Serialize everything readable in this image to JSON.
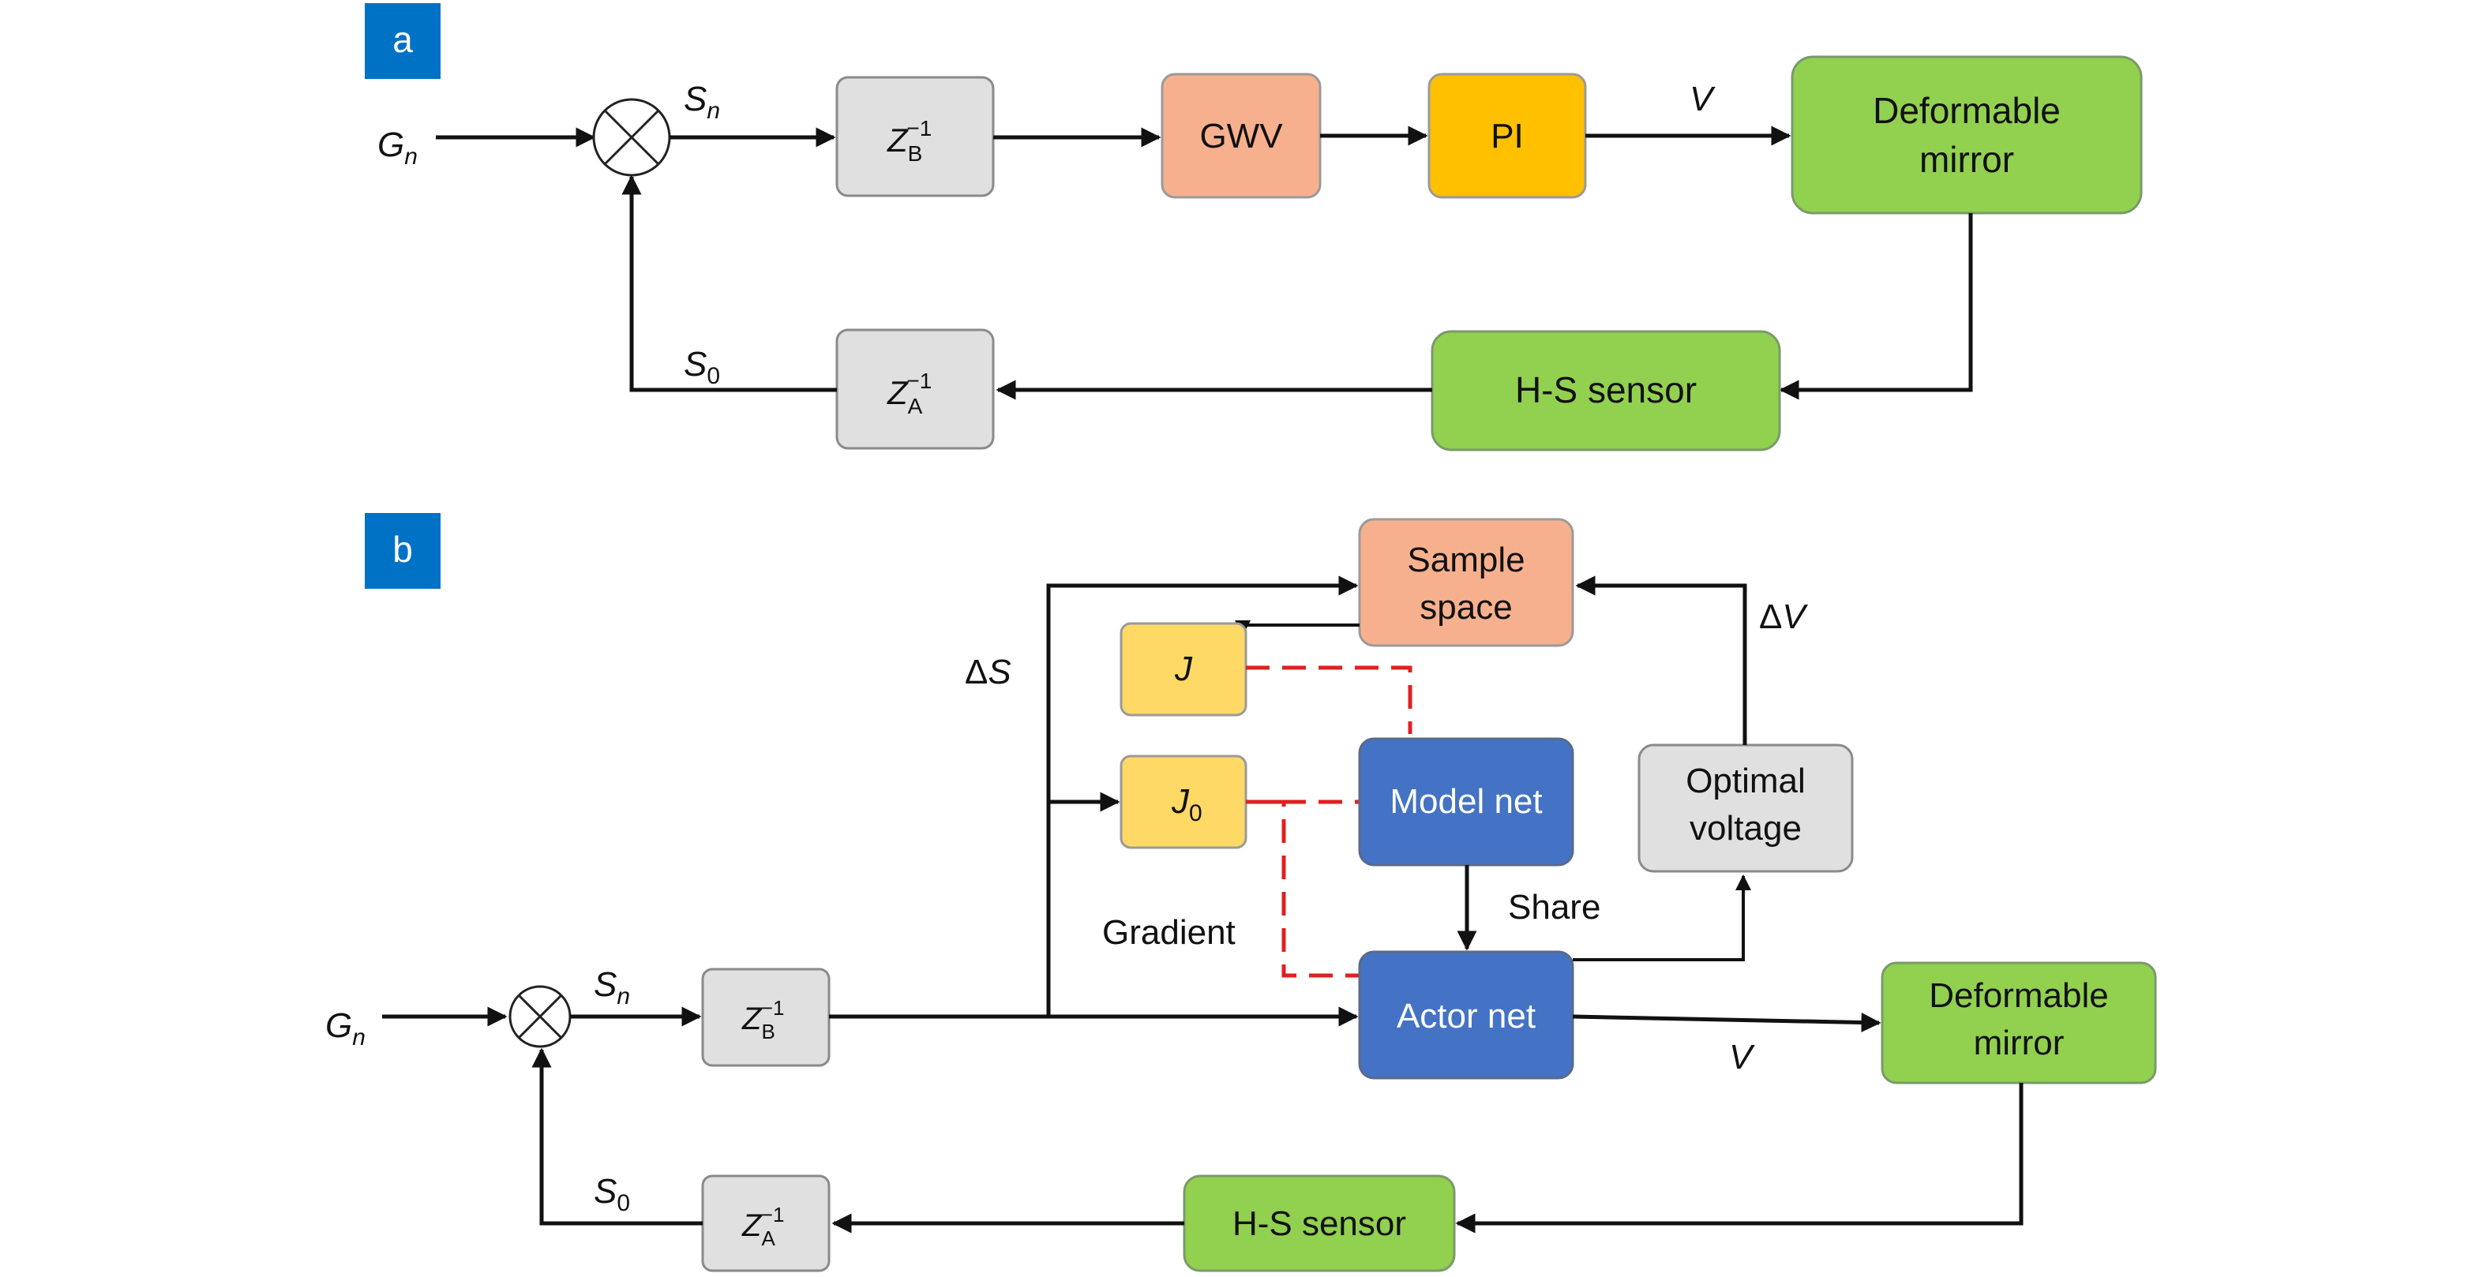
{
  "panel_a": {
    "badge": "a",
    "input_label": {
      "main": "G",
      "sub": "n"
    },
    "sum_output_label": {
      "main": "S",
      "sub": "n"
    },
    "zb_block": {
      "main": "Z",
      "sub": "B",
      "sup": "−1"
    },
    "gwv_block": "GWV",
    "pi_block": "PI",
    "voltage_label": "V",
    "dm_block": {
      "line1": "Deformable",
      "line2": "mirror"
    },
    "hs_block": "H-S sensor",
    "za_block": {
      "main": "Z",
      "sub": "A",
      "sup": "−1"
    },
    "feedback_label": {
      "main": "S",
      "sub": "0"
    }
  },
  "panel_b": {
    "badge": "b",
    "input_label": {
      "main": "G",
      "sub": "n"
    },
    "sum_output_label": {
      "main": "S",
      "sub": "n"
    },
    "zb_block": {
      "main": "Z",
      "sub": "B",
      "sup": "−1"
    },
    "sample_block": {
      "line1": "Sample",
      "line2": "space"
    },
    "delta_s_label": {
      "delta": "Δ",
      "main": "S"
    },
    "delta_v_label": {
      "delta": "Δ",
      "main": "V"
    },
    "j_block": "J",
    "j0_block": {
      "main": "J",
      "sub": "0"
    },
    "model_block": "Model net",
    "optimal_block": {
      "line1": "Optimal",
      "line2": "voltage"
    },
    "share_label": "Share",
    "gradient_label": "Gradient",
    "actor_block": "Actor net",
    "voltage_label": "V",
    "dm_block": {
      "line1": "Deformable",
      "line2": "mirror"
    },
    "hs_block": "H-S sensor",
    "za_block": {
      "main": "Z",
      "sub": "A",
      "sup": "−1"
    },
    "feedback_label": {
      "main": "S",
      "sub": "0"
    }
  },
  "colors": {
    "badge": "#0072c6",
    "gray_block": "#e0e0e0",
    "orange_block": "#f7b08d",
    "yellow_block": "#ffc000",
    "light_yellow_block": "#ffd966",
    "green_block": "#92d050",
    "blue_block": "#4472c4",
    "dashed_red": "#e02020"
  }
}
